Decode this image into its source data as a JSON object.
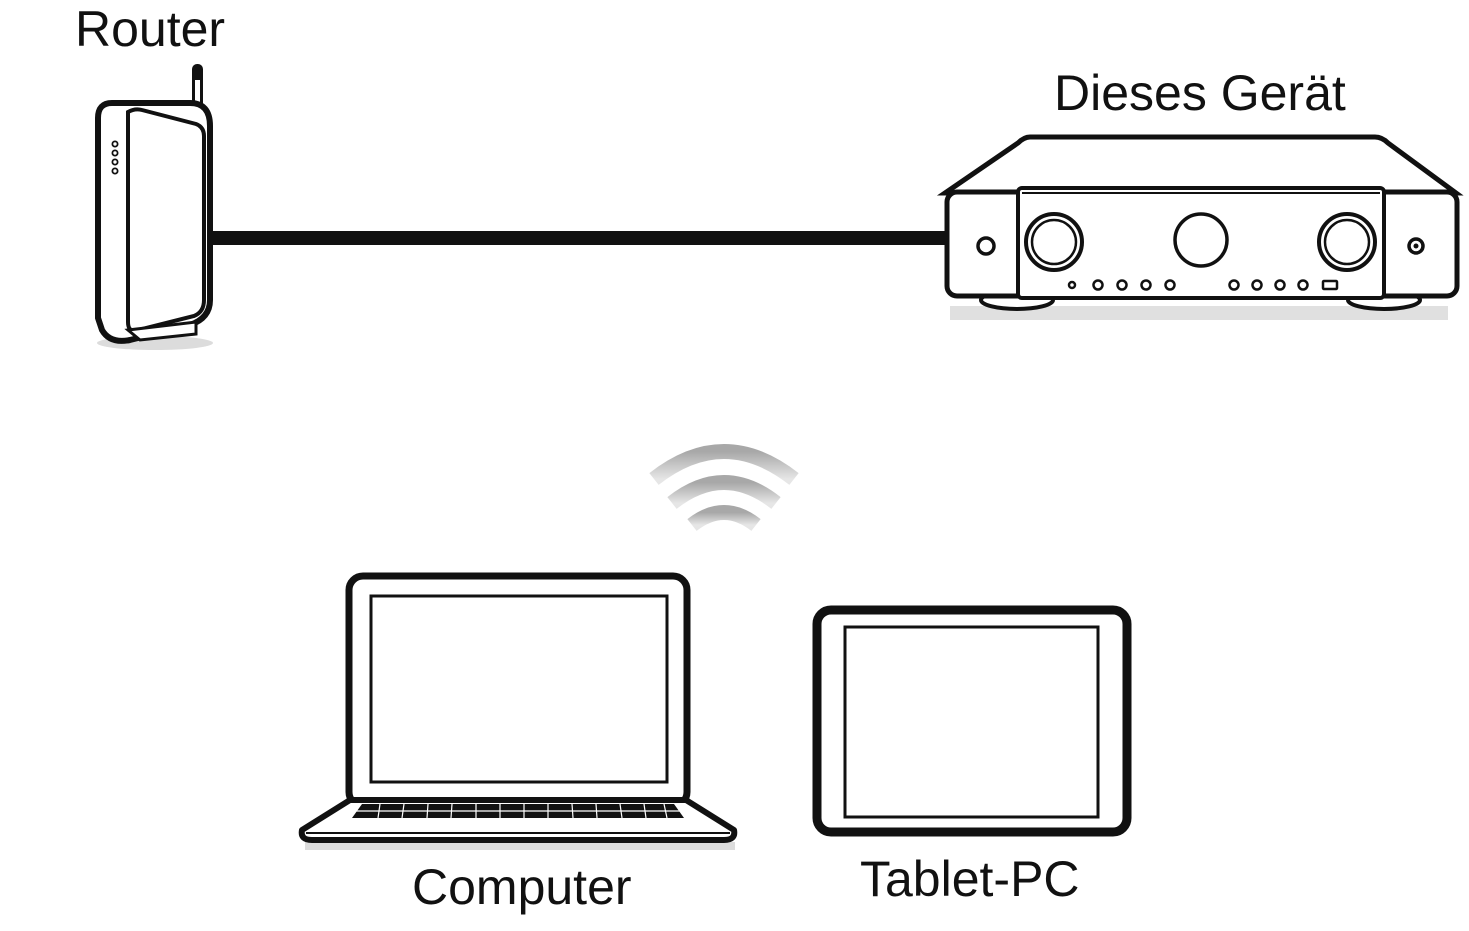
{
  "labels": {
    "router": "Router",
    "device": "Dieses Gerät",
    "computer": "Computer",
    "tablet": "Tablet-PC"
  },
  "colors": {
    "stroke": "#111111",
    "background": "#ffffff",
    "shadow": "#d9d9d9",
    "wifi": "#bdbdbd"
  },
  "icons": {
    "router": "router-icon",
    "device": "av-receiver-icon",
    "wifi": "wifi-signal-icon",
    "computer": "laptop-icon",
    "tablet": "tablet-icon"
  }
}
